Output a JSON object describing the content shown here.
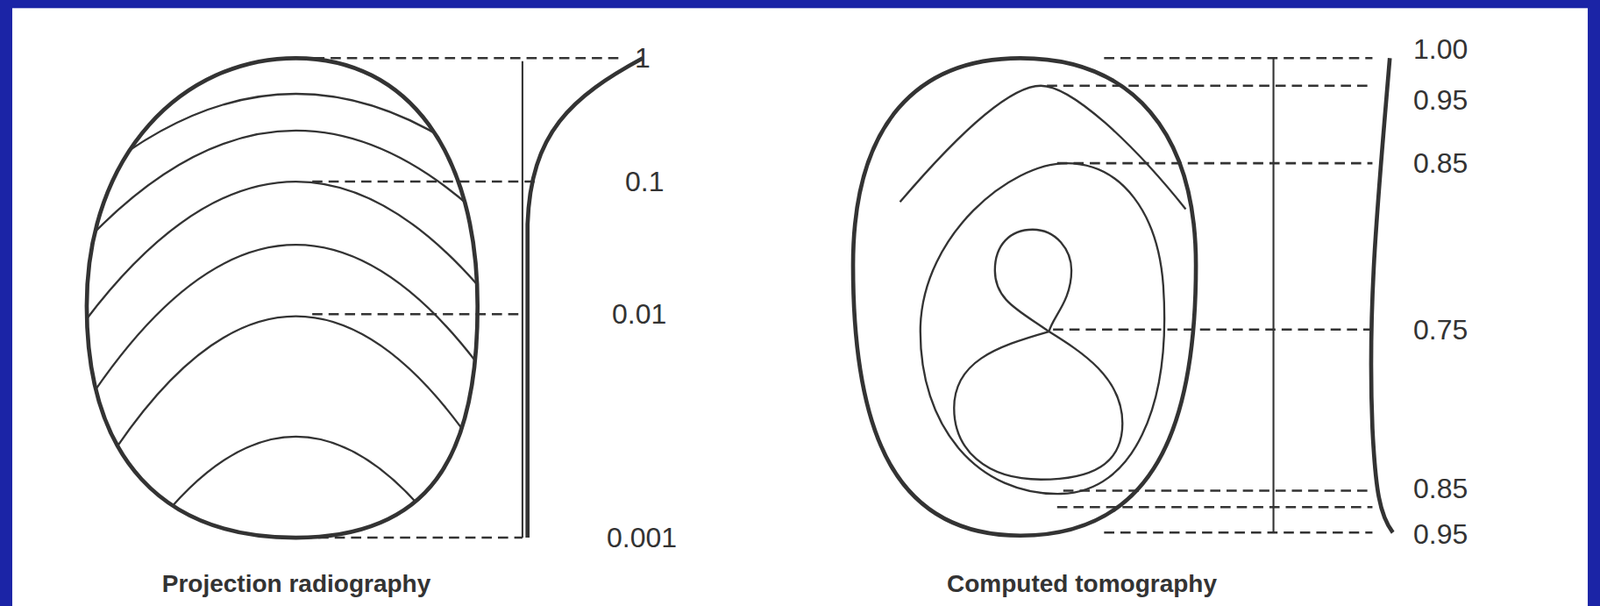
{
  "diagram": {
    "labels": [
      "1",
      "0.1",
      "0.01",
      "0.001",
      "Projection radiography",
      "1.00",
      "0.95",
      "0.85",
      "0.75",
      "0.85",
      "0.95",
      "Computed tomography"
    ]
  }
}
